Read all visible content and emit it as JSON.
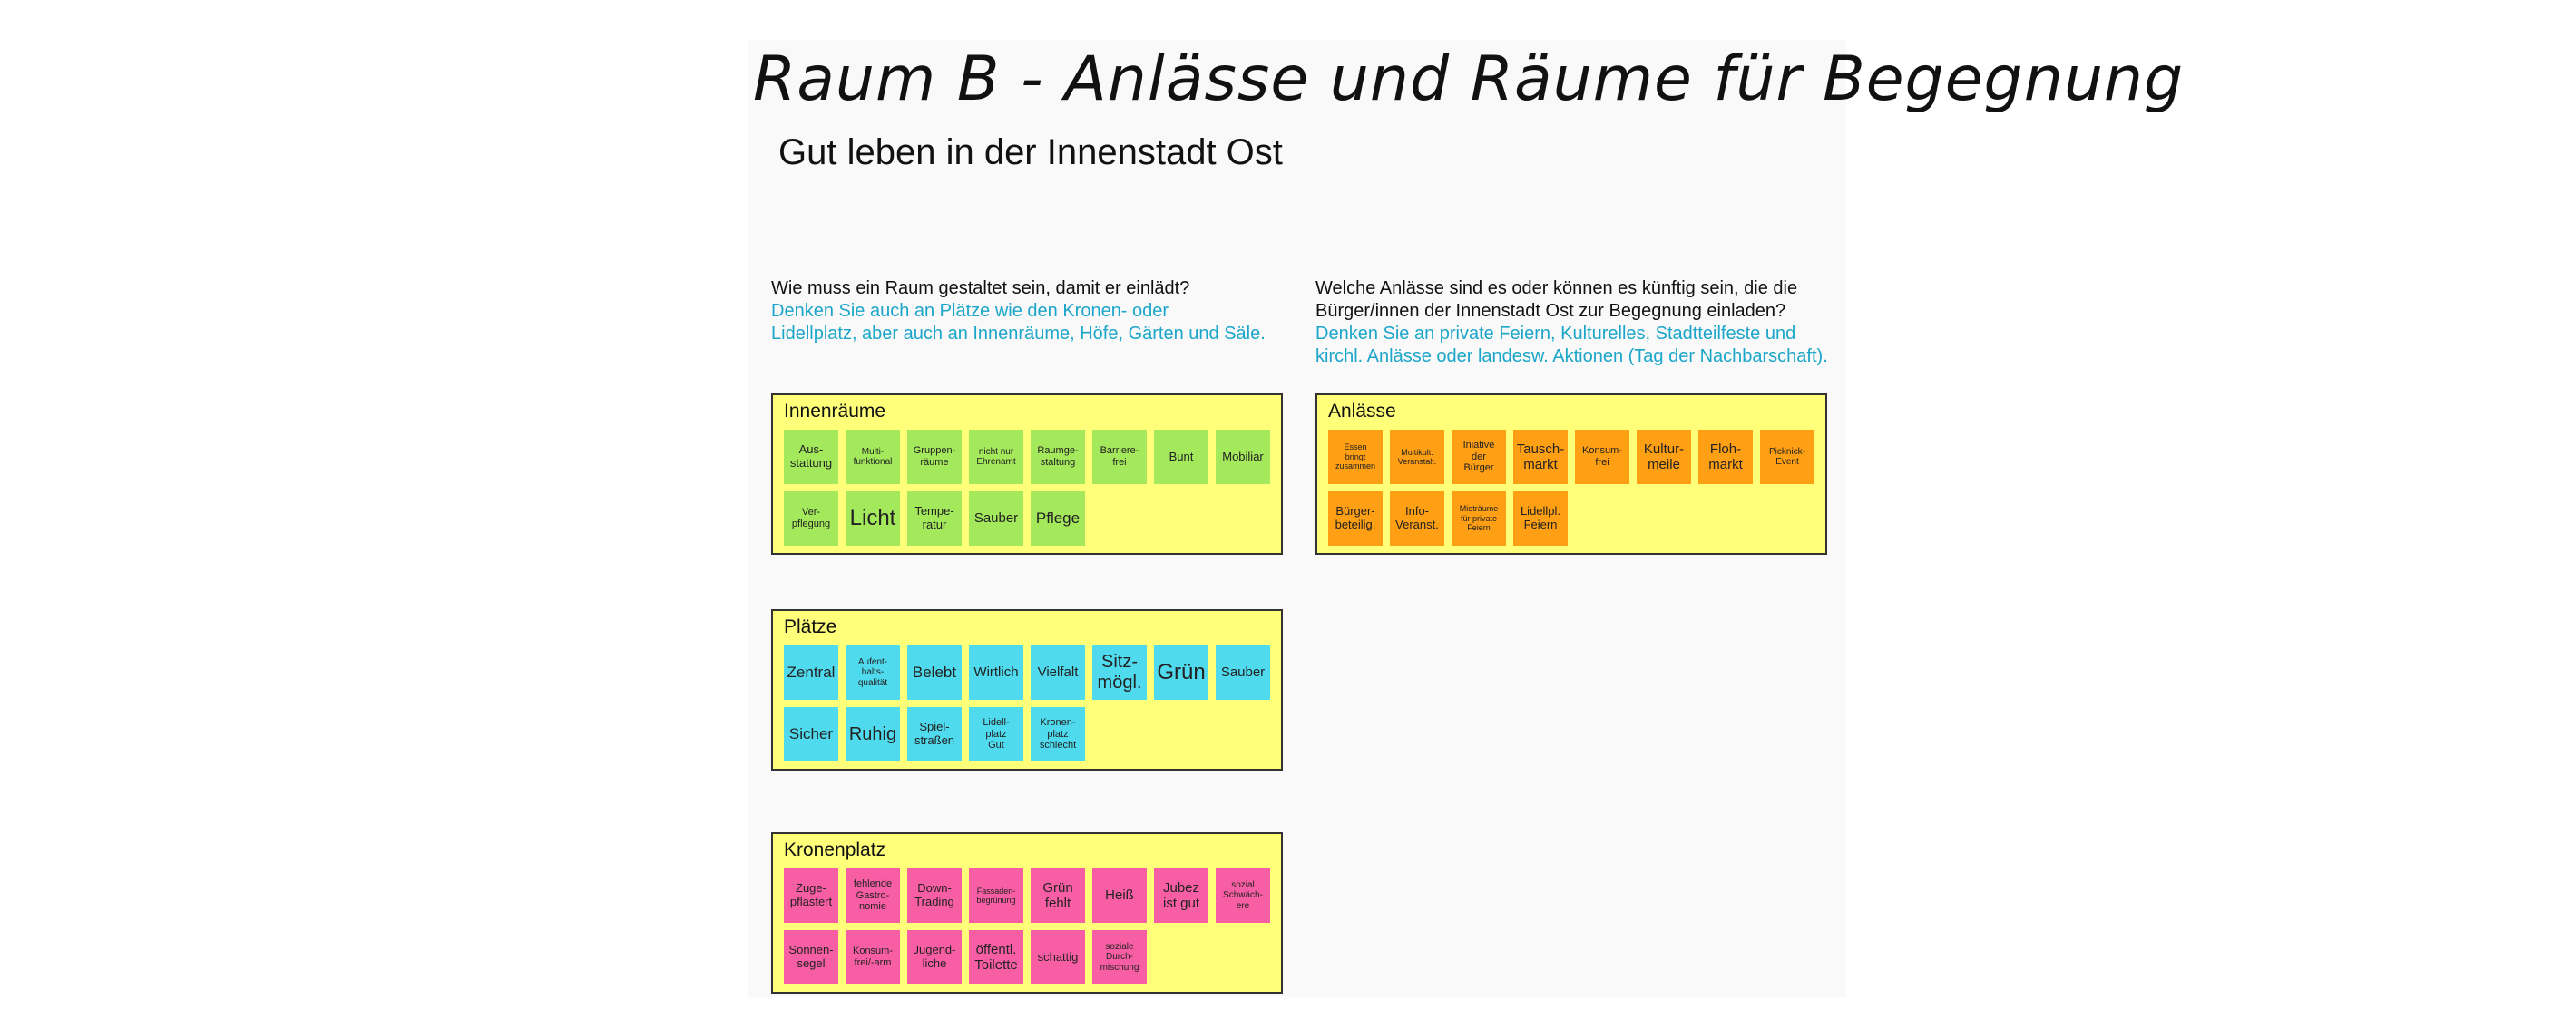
{
  "title": "Raum B - Anlässe und Räume für Begegnung",
  "subtitle": "Gut leben in der Innenstadt Ost",
  "left_question": {
    "line1": "Wie muss ein Raum gestaltet sein, damit er einlädt?",
    "hint1": "Denken Sie auch an Plätze wie den Kronen- oder",
    "hint2": "Lidellplatz, aber auch an Innenräume, Höfe, Gärten und Säle."
  },
  "right_question": {
    "line1": "Welche Anlässe sind es oder können es künftig sein, die die",
    "line2": "Bürger/innen der Innenstadt Ost zur Begegnung einladen?",
    "hint1": "Denken Sie an private Feiern, Kulturelles, Stadtteilfeste und",
    "hint2": "kirchl. Anlässe oder landesw. Aktionen (Tag der Nachbarschaft)."
  },
  "panels": {
    "innenraeume": {
      "title": "Innenräume",
      "notes": [
        "Aus-\nstattung",
        "Multi-\nfunktional",
        "Gruppen-\nräume",
        "nicht nur\nEhrenamt",
        "Raumge-\nstaltung",
        "Barriere-\nfrei",
        "Bunt",
        "Mobiliar",
        "Ver-\npflegung",
        "Licht",
        "Tempe-\nratur",
        "Sauber",
        "Pflege"
      ]
    },
    "plaetze": {
      "title": "Plätze",
      "notes": [
        "Zentral",
        "Aufent-\nhalts-\nqualität",
        "Belebt",
        "Wirtlich",
        "Vielfalt",
        "Sitz-\nmögl.",
        "Grün",
        "Sauber",
        "Sicher",
        "Ruhig",
        "Spiel-\nstraßen",
        "Lidell-\nplatz\nGut",
        "Kronen-\nplatz\nschlecht"
      ]
    },
    "kronenplatz": {
      "title": "Kronenplatz",
      "notes": [
        "Zuge-\npflastert",
        "fehlende\nGastro-\nnomie",
        "Down-\nTrading",
        "Fassaden-\nbegrünung",
        "Grün\nfehlt",
        "Heiß",
        "Jubez\nist gut",
        "sozial\nSchwäch-\nere",
        "Sonnen-\nsegel",
        "Konsum-\nfrei/-arm",
        "Jugend-\nliche",
        "öffentl.\nToilette",
        "schattig",
        "soziale\nDurch-\nmischung"
      ]
    },
    "anlaesse": {
      "title": "Anlässe",
      "notes": [
        "Essen\nbringt\nzusammen",
        "Multikult.\nVeranstalt.",
        "Iniative\nder\nBürger",
        "Tausch-\nmarkt",
        "Konsum-\nfrei",
        "Kultur-\nmeile",
        "Floh-\nmarkt",
        "Picknick-\nEvent",
        "Bürger-\nbeteilig.",
        "Info-\nVeranst.",
        "Mieträume\nfür private\nFeiern",
        "Lidellpl.\nFeiern"
      ]
    }
  },
  "colors": {
    "panel_bg": "#ffff7a",
    "green_note": "#a4e85c",
    "blue_note": "#4fdbed",
    "pink_note": "#f75ea3",
    "orange_note": "#ff9f14",
    "hint_text": "#1ba6c9"
  }
}
